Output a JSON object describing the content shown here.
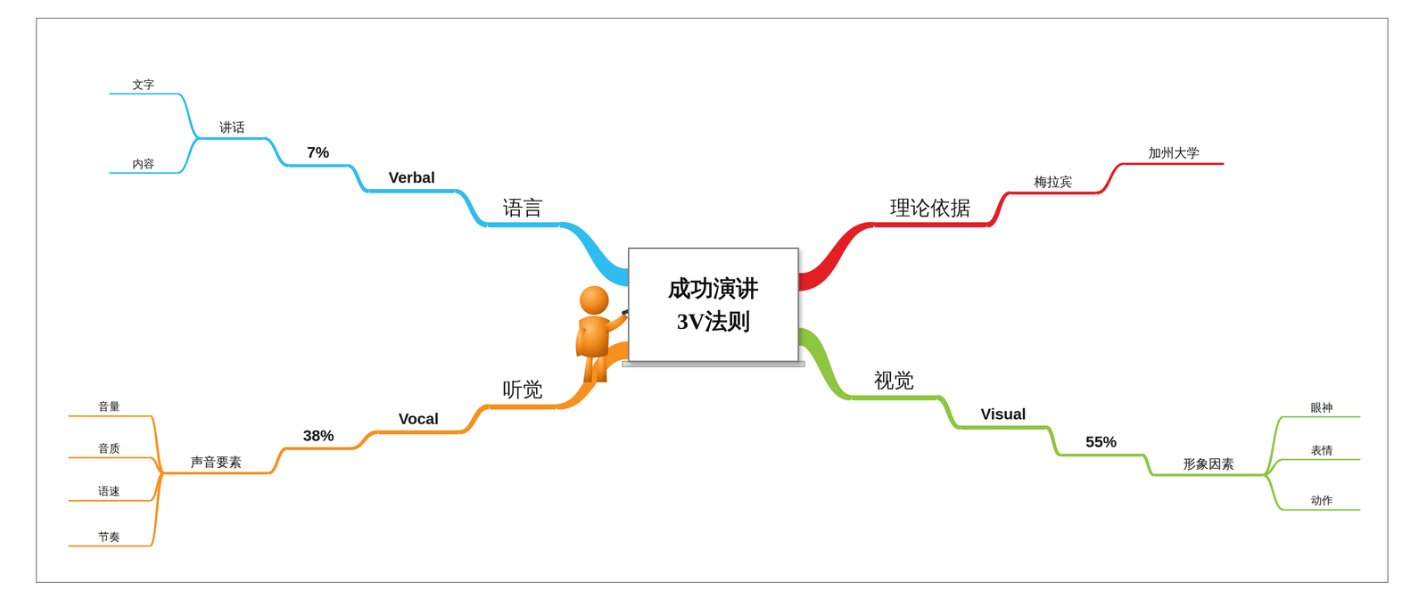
{
  "diagram": {
    "nodes": [
      {
        "text": [
          "成功演讲 3V法则"
        ]
      },
      {
        "text": [
          "语言"
        ]
      },
      {
        "text": [
          "Verbal"
        ]
      },
      {
        "text": [
          "7%"
        ]
      },
      {
        "text": [
          "讲话"
        ]
      },
      {
        "text": [
          "文字"
        ]
      },
      {
        "text": [
          "内容"
        ]
      },
      {
        "text": [
          "理论依据"
        ]
      },
      {
        "text": [
          "梅拉宾"
        ]
      },
      {
        "text": [
          "加州大学"
        ]
      },
      {
        "text": [
          "听觉"
        ]
      },
      {
        "text": [
          "Vocal"
        ]
      },
      {
        "text": [
          "38%"
        ]
      },
      {
        "text": [
          "声音要素"
        ]
      },
      {
        "text": [
          "音量"
        ]
      },
      {
        "text": [
          "音质"
        ]
      },
      {
        "text": [
          "语速"
        ]
      },
      {
        "text": [
          "节奏"
        ]
      },
      {
        "text": [
          "视觉"
        ]
      },
      {
        "text": [
          "Visual"
        ]
      },
      {
        "text": [
          "55%"
        ]
      },
      {
        "text": [
          "形象因素"
        ]
      },
      {
        "text": [
          "眼神"
        ]
      },
      {
        "text": [
          "表情"
        ]
      },
      {
        "text": [
          "动作"
        ]
      }
    ],
    "edges": [
      {
        "from": 0,
        "to": 1,
        "arrow": "none"
      },
      {
        "from": 1,
        "to": 2,
        "arrow": "none"
      },
      {
        "from": 2,
        "to": 3,
        "arrow": "none"
      },
      {
        "from": 3,
        "to": 4,
        "arrow": "none"
      },
      {
        "from": 4,
        "to": 5,
        "arrow": "none"
      },
      {
        "from": 4,
        "to": 6,
        "arrow": "none"
      },
      {
        "from": 0,
        "to": 7,
        "arrow": "none"
      },
      {
        "from": 7,
        "to": 8,
        "arrow": "none"
      },
      {
        "from": 8,
        "to": 9,
        "arrow": "none"
      },
      {
        "from": 0,
        "to": 10,
        "arrow": "none"
      },
      {
        "from": 10,
        "to": 11,
        "arrow": "none"
      },
      {
        "from": 11,
        "to": 12,
        "arrow": "none"
      },
      {
        "from": 12,
        "to": 13,
        "arrow": "none"
      },
      {
        "from": 13,
        "to": 14,
        "arrow": "none"
      },
      {
        "from": 13,
        "to": 15,
        "arrow": "none"
      },
      {
        "from": 13,
        "to": 16,
        "arrow": "none"
      },
      {
        "from": 13,
        "to": 17,
        "arrow": "none"
      },
      {
        "from": 0,
        "to": 18,
        "arrow": "none"
      },
      {
        "from": 18,
        "to": 19,
        "arrow": "none"
      },
      {
        "from": 19,
        "to": 20,
        "arrow": "none"
      },
      {
        "from": 20,
        "to": 21,
        "arrow": "none"
      },
      {
        "from": 21,
        "to": 22,
        "arrow": "none"
      },
      {
        "from": 21,
        "to": 23,
        "arrow": "none"
      },
      {
        "from": 21,
        "to": 24,
        "arrow": "none"
      }
    ]
  }
}
